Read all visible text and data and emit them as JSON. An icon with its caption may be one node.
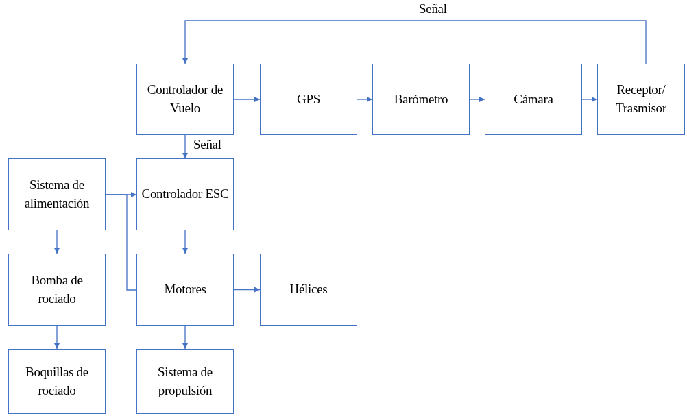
{
  "diagram": {
    "nodes": [
      {
        "text": [
          "Controlador de Vuelo"
        ]
      },
      {
        "text": [
          "GPS"
        ]
      },
      {
        "text": [
          "Barómetro"
        ]
      },
      {
        "text": [
          "Cámara"
        ]
      },
      {
        "text": [
          "Receptor/ Trasmisor"
        ]
      },
      {
        "text": [
          "Sistema de alimentación"
        ]
      },
      {
        "text": [
          "Controlador ESC"
        ]
      },
      {
        "text": [
          "Bomba de rociado"
        ]
      },
      {
        "text": [
          "Motores"
        ]
      },
      {
        "text": [
          "Hélices"
        ]
      },
      {
        "text": [
          "Boquillas de rociado"
        ]
      },
      {
        "text": [
          "Sistema de propulsión"
        ]
      }
    ],
    "edges": [
      {
        "from": 0,
        "to": 1,
        "arrow": "to"
      },
      {
        "from": 1,
        "to": 2,
        "arrow": "to"
      },
      {
        "from": 2,
        "to": 3,
        "arrow": "to"
      },
      {
        "from": 3,
        "to": 4,
        "arrow": "to"
      },
      {
        "from": 4,
        "to": 0,
        "arrow": "to",
        "label": "Señal"
      },
      {
        "from": 0,
        "to": 6,
        "arrow": "to",
        "label": "Señal"
      },
      {
        "from": 5,
        "to": 6,
        "arrow": "to"
      },
      {
        "from": 5,
        "to": 8,
        "arrow": "none"
      },
      {
        "from": 6,
        "to": 8,
        "arrow": "to"
      },
      {
        "from": 5,
        "to": 7,
        "arrow": "to"
      },
      {
        "from": 7,
        "to": 10,
        "arrow": "to"
      },
      {
        "from": 8,
        "to": 9,
        "arrow": "to"
      },
      {
        "from": 8,
        "to": 11,
        "arrow": "to"
      }
    ]
  }
}
